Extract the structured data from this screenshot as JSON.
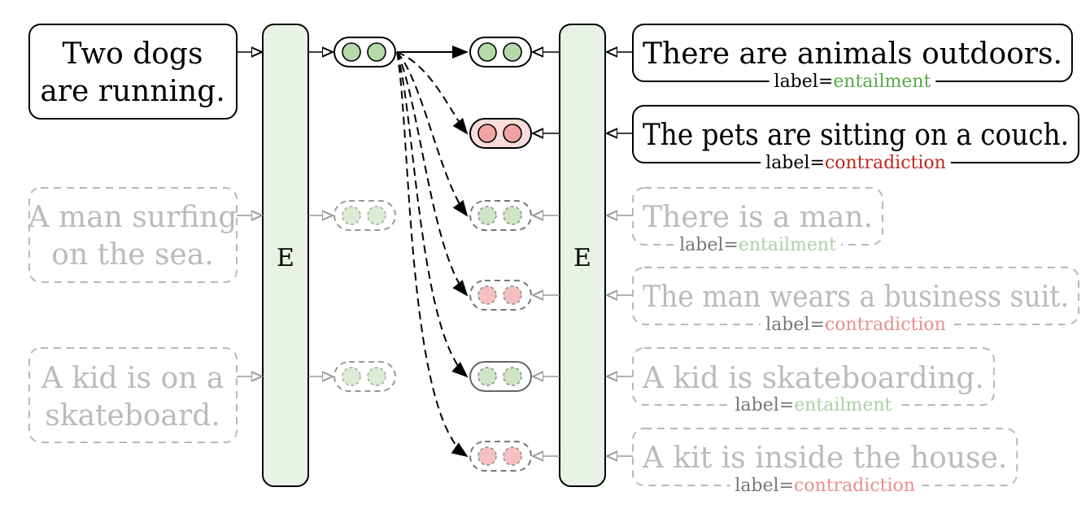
{
  "encoder_left": {
    "label": "E"
  },
  "encoder_right": {
    "label": "E"
  },
  "premises": [
    {
      "lines": [
        "Two dogs",
        "are running."
      ],
      "active": true
    },
    {
      "lines": [
        "A man surfing",
        "on the sea."
      ],
      "active": false
    },
    {
      "lines": [
        "A kid is on a",
        "skateboard."
      ],
      "active": false
    }
  ],
  "hypotheses": [
    {
      "text": "There are animals outdoors.",
      "label_key": "label=",
      "label_value": "entailment",
      "kind": "entailment",
      "active": true
    },
    {
      "text": "The pets are sitting on a couch.",
      "label_key": "label=",
      "label_value": "contradiction",
      "kind": "contradiction",
      "active": true
    },
    {
      "text": "There is a man.",
      "label_key": "label=",
      "label_value": "entailment",
      "kind": "entailment",
      "active": false
    },
    {
      "text": "The man wears a business suit.",
      "label_key": "label=",
      "label_value": "contradiction",
      "kind": "contradiction",
      "active": false
    },
    {
      "text": "A kid is skateboarding.",
      "label_key": "label=",
      "label_value": "entailment",
      "kind": "entailment",
      "active": false
    },
    {
      "text": "A kit is inside the house.",
      "label_key": "label=",
      "label_value": "contradiction",
      "kind": "contradiction",
      "active": false
    }
  ],
  "colors": {
    "encoder_fill": "#e8f3e6",
    "green_dot": "#b6d9a8",
    "red_dot": "#f0a3a3",
    "red_pill": "#fbdcdc",
    "entail_text": "#5aa84a",
    "contra_text": "#c0281e",
    "faded_entail_text": "#a8d49e",
    "faded_contra_text": "#e8908a",
    "faded_text": "#bbbbbb",
    "faded_stroke": "#b8b8b8",
    "dark": "#000000"
  }
}
